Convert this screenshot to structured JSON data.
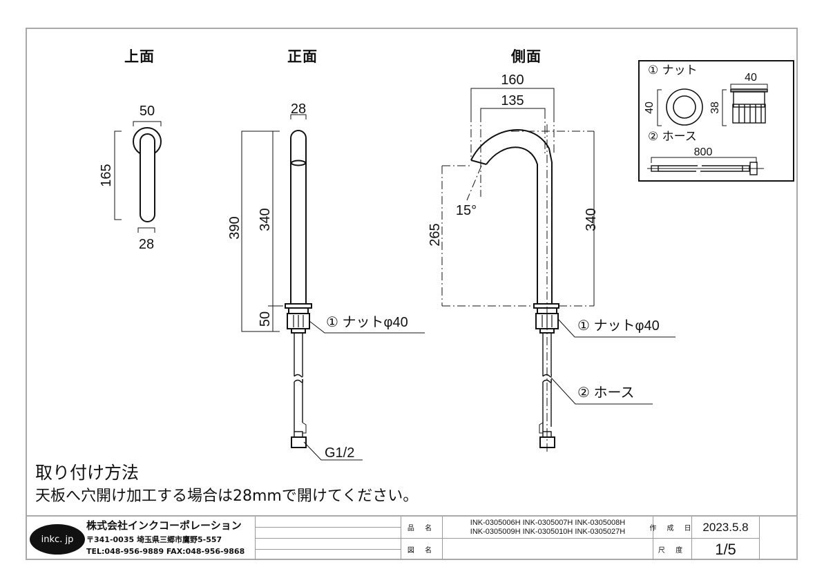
{
  "views": {
    "top": {
      "title": "上面",
      "dims": {
        "width_top": "50",
        "length": "165",
        "width_bottom": "28"
      }
    },
    "front": {
      "title": "正面",
      "dims": {
        "width": "28",
        "total_height": "390",
        "spout_height": "340",
        "base_height": "50"
      },
      "callouts": {
        "nut": "① ナットφ40",
        "thread": "G1/2"
      }
    },
    "side": {
      "title": "側面",
      "dims": {
        "outer_reach": "160",
        "inner_reach": "135",
        "angle": "15°",
        "outlet_height": "265",
        "spout_height": "340"
      },
      "callouts": {
        "nut": "① ナットφ40",
        "hose": "② ホース"
      }
    }
  },
  "inset": {
    "nut_label": "① ナット",
    "nut_dia": "40",
    "nut_height": "38",
    "nut_width": "40",
    "hose_label": "② ホース",
    "hose_length": "800"
  },
  "notes": {
    "title": "取り付け方法",
    "text": "天板へ穴開け加工する場合は28mmで開けてください。"
  },
  "title_block": {
    "logo": "inkc. jp",
    "company": "株式会社インクコーポレーション",
    "address": "〒341-0035 埼玉県三郷市鷹野5-557",
    "contact": "TEL:048-956-9889  FAX:048-956-9868",
    "product_name_label": "品 名",
    "product_codes_line1": "INK-0305006H  INK-0305007H  INK-0305008H",
    "product_codes_line2": "INK-0305009H  INK-0305010H  INK-0305027H",
    "drawing_name_label": "図 名",
    "drawing_name": "",
    "created_label": "作 成 日",
    "created_date": "2023.5.8",
    "scale_label": "尺 度",
    "scale": "1/5"
  },
  "colors": {
    "line": "#111111",
    "frame": "#a9a9a9",
    "logo_bg": "#111111"
  }
}
